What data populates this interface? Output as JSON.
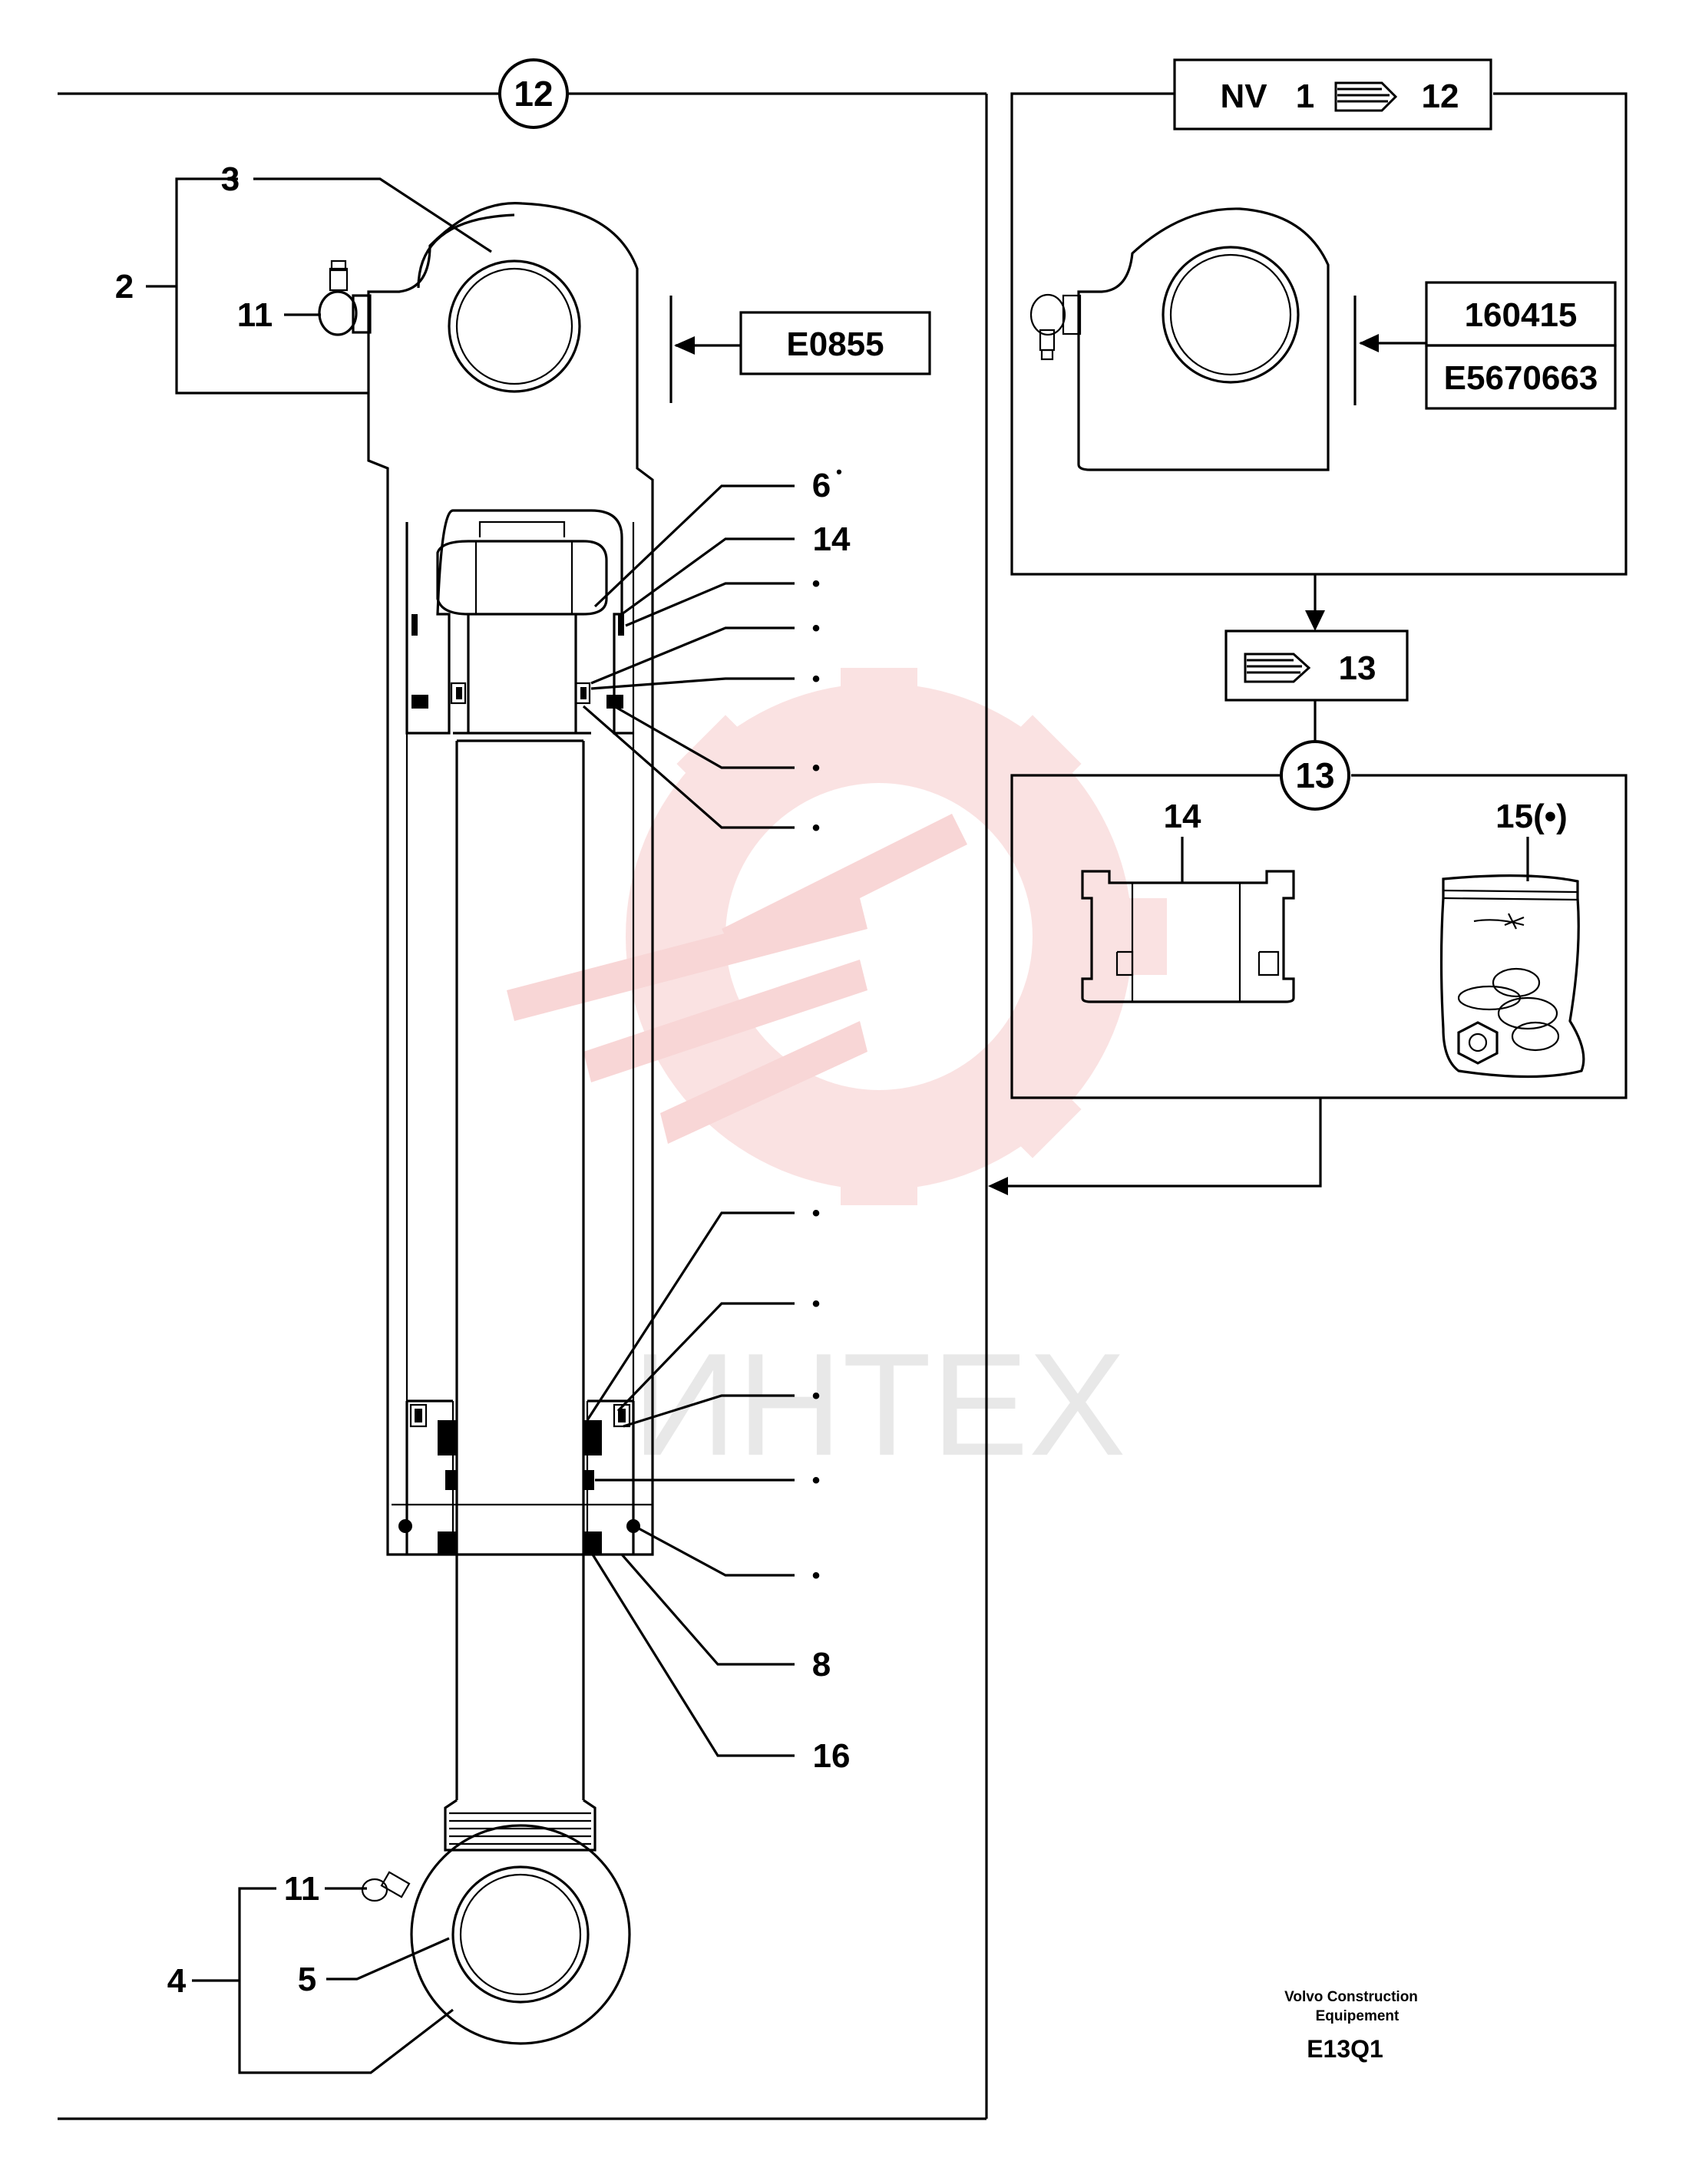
{
  "main_view": {
    "circle_ref": "12",
    "ref_box": "E0855",
    "callouts": {
      "c2": "2",
      "c3": "3",
      "c11_top": "11",
      "c6": "6",
      "c14": "14",
      "c8": "8",
      "c16": "16",
      "c11_bottom": "11",
      "c4": "4",
      "c5": "5"
    },
    "dot": "•"
  },
  "nv_box": {
    "title_nv": "NV",
    "title_from": "1",
    "title_to": "12",
    "ref_top": "160415",
    "ref_bottom": "E5670663"
  },
  "arrow_box": {
    "to": "13"
  },
  "kit_view": {
    "circle_ref": "13",
    "item_a": "14",
    "item_b": "15(•)"
  },
  "footer": {
    "maker_line1": "Volvo Construction",
    "maker_line2": "Equipement",
    "code": "E13Q1"
  },
  "watermark": {
    "text": "ИНТЕХ",
    "color": "#f4c4c4"
  }
}
